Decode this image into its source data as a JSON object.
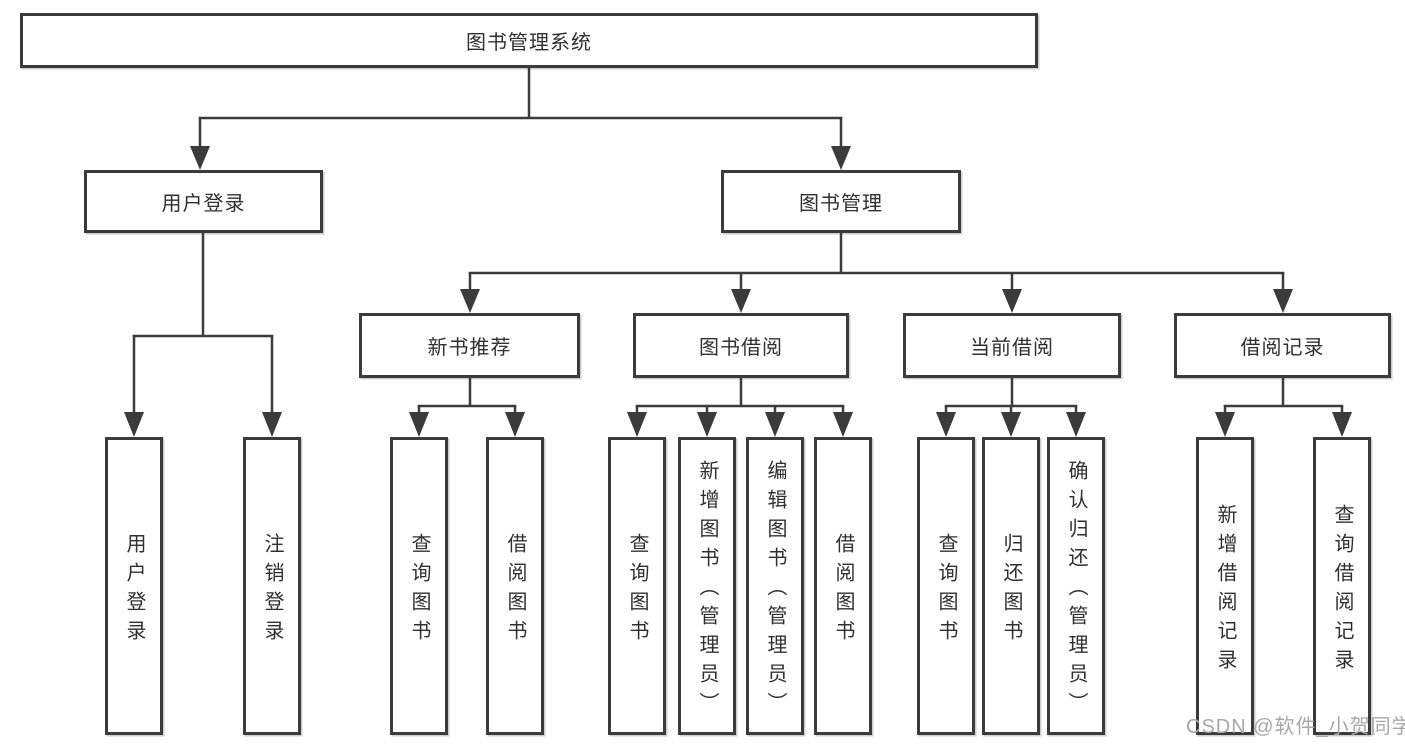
{
  "tree": {
    "root": "图书管理系统",
    "user": {
      "label": "用户登录",
      "children": [
        "用户登录",
        "注销登录"
      ]
    },
    "mgmt": {
      "label": "图书管理",
      "sections": [
        {
          "label": "新书推荐",
          "children": [
            "查询图书",
            "借阅图书"
          ]
        },
        {
          "label": "图书借阅",
          "children": [
            "查询图书",
            "新增图书（管理员）",
            "编辑图书（管理员）",
            "借阅图书"
          ]
        },
        {
          "label": "当前借阅",
          "children": [
            "查询图书",
            "归还图书",
            "确认归还（管理员）"
          ]
        },
        {
          "label": "借阅记录",
          "children": [
            "新增借阅记录",
            "查询借阅记录"
          ]
        }
      ]
    }
  },
  "watermark": "CSDN @软件_小贺同学",
  "colors": {
    "line": "#3b3b3b",
    "text": "#303030",
    "watermark": "#a8a8a8",
    "background": "#ffffff"
  }
}
